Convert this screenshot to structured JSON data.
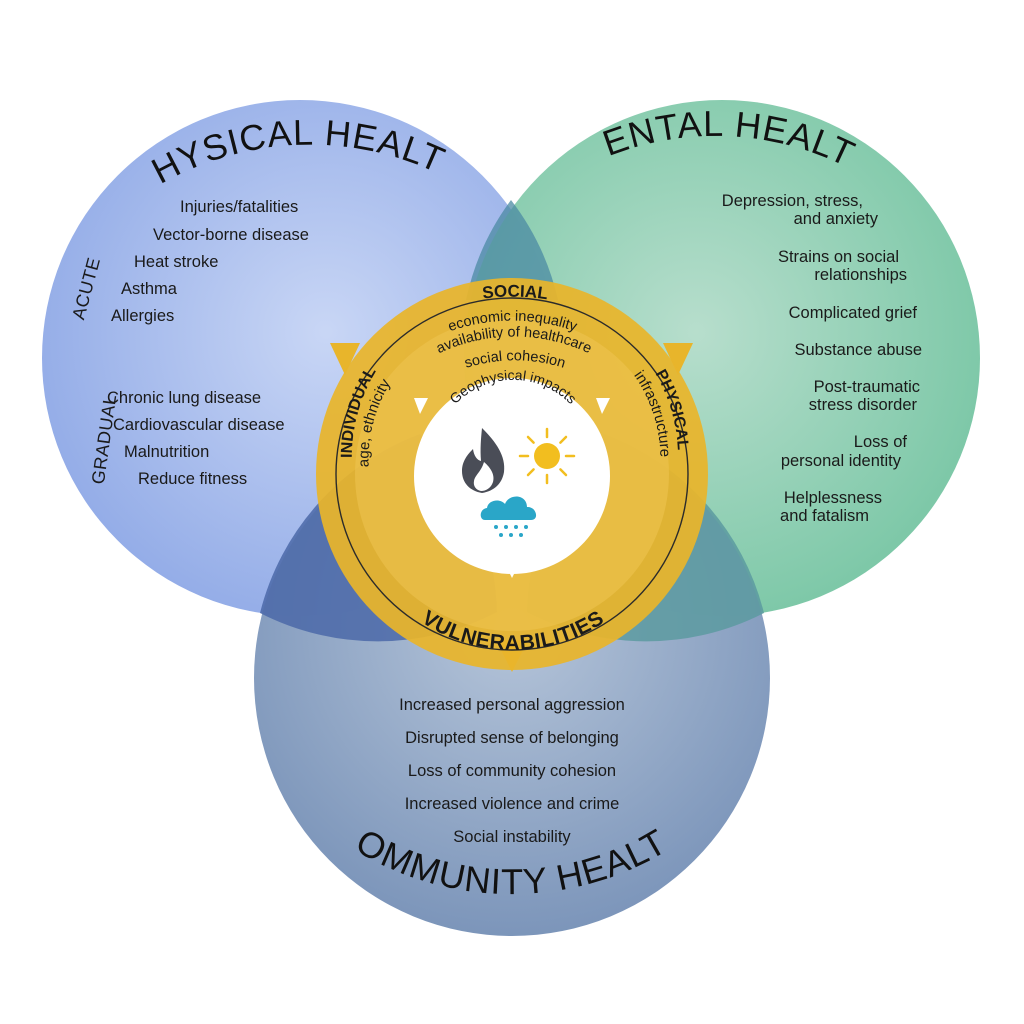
{
  "physical": {
    "title": "PHYSICAL HEALTH",
    "acute_label": "ACUTE",
    "gradual_label": "GRADUAL",
    "acute_items": [
      "Injuries/fatalities",
      "Vector-borne disease",
      "Heat stroke",
      "Asthma",
      "Allergies"
    ],
    "gradual_items": [
      "Chronic lung disease",
      "Cardiovascular disease",
      "Malnutrition",
      "Reduce fitness"
    ]
  },
  "mental": {
    "title": "MENTAL HEALTH",
    "items": [
      [
        "Depression, stress,",
        "and anxiety"
      ],
      [
        "Strains on social",
        "relationships"
      ],
      [
        "Complicated grief"
      ],
      [
        "Substance abuse"
      ],
      [
        "Post-traumatic",
        "stress disorder"
      ],
      [
        "Loss of",
        "personal identity"
      ],
      [
        "Helplessness",
        "and fatalism"
      ]
    ]
  },
  "community": {
    "title": "COMMUNITY HEALTH",
    "items": [
      "Increased personal aggression",
      "Disrupted sense of belonging",
      "Loss of community cohesion",
      "Increased violence and crime",
      "Social instability"
    ]
  },
  "vulnerabilities": {
    "title": "VULNERABILITIES",
    "social": {
      "label": "SOCIAL",
      "lines": [
        "economic inequality",
        "availability of healthcare",
        "social cohesion"
      ]
    },
    "individual": {
      "label": "INDIVIDUAL",
      "detail": "age, ethnicity"
    },
    "physical": {
      "label": "PHYSICAL",
      "detail": "infrastructure"
    }
  },
  "center": {
    "title": "Geophysical impacts",
    "icons": [
      "fire-icon",
      "sun-icon",
      "rain-cloud-icon"
    ]
  },
  "colors": {
    "physical": "#8aa6e6",
    "mental": "#74c4a1",
    "community": "#7d9abd",
    "vulnerabilities": "#e8b52b",
    "fire": "#4a4d57",
    "sun": "#f2be1f",
    "rain": "#2aa6c8"
  }
}
